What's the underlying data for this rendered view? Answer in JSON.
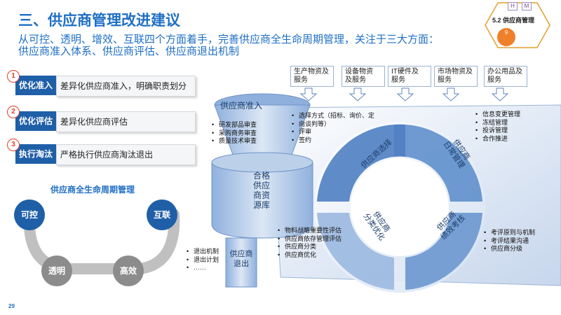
{
  "title": "三、供应商管理改进建议",
  "subtitle_lines": [
    "从可控、透明、增效、互联四个方面着手，完善供应商全生命周期管理，关注于三大方面：",
    "供应商准入体系、供应商评估、供应商退出机制"
  ],
  "corner": {
    "letters": [
      "H",
      "M"
    ],
    "label": "5.2 供应商管理",
    "circle_text": "9"
  },
  "recommendations": [
    {
      "num": "1",
      "tag": "优化准入",
      "text": "差异化供应商准入，明确职责划分"
    },
    {
      "num": "2",
      "tag": "优化评估",
      "text": "差异化供应商评估"
    },
    {
      "num": "3",
      "tag": "执行淘汰",
      "text": "严格执行供应商淘汰退出"
    }
  ],
  "lifecycle": {
    "title": "供应商全生命周期管理",
    "nodes": [
      "可控",
      "互联",
      "透明",
      "高效"
    ]
  },
  "categories": [
    [
      "生产物资及",
      "服务"
    ],
    [
      "设备物资",
      "及服务"
    ],
    [
      "IT硬件及",
      "服务"
    ],
    [
      "市场物资及",
      "服务"
    ],
    [
      "办公用品及",
      "服务"
    ]
  ],
  "funnel": {
    "top_label": "供应商准入",
    "top_bullets": [
      "研发部品审查",
      "采购商务审查",
      "质量技术审查"
    ],
    "pool_label": [
      "合格",
      "供应",
      "商资",
      "源库"
    ],
    "exit_label": [
      "供应商",
      "退出"
    ],
    "exit_bullets": [
      "退出机制",
      "退出计划",
      "……"
    ]
  },
  "cycle": {
    "segments": [
      {
        "name": "供应商选择",
        "lines": [
          "供应商选择"
        ]
      },
      {
        "name": "供应商日常管理",
        "lines": [
          "供应商",
          "日常管理"
        ]
      },
      {
        "name": "供应商绩效考核",
        "lines": [
          "供应商",
          "绩效考核"
        ]
      },
      {
        "name": "供应商分类优化",
        "lines": [
          "供应商",
          "分类优化"
        ]
      }
    ],
    "selection_bullets": [
      "选择方式（招标、询价、定",
      "向谈判等）",
      "评审",
      "签约"
    ],
    "daily_bullets": [
      "信息变更管理",
      "冻结管理",
      "投诉管理",
      "合作推进"
    ],
    "classify_bullets": [
      "物料战略重要性评估",
      "供应商依存管理评估",
      "供应商分类",
      "供应商优化"
    ],
    "perf_bullets": [
      "考评原则与机制",
      "考评结果沟通",
      "供应商分级"
    ]
  },
  "page_number": "29",
  "colors": {
    "primary": "#1f6fc5",
    "dark_blue": "#1f5fa8",
    "accent": "#e2402a",
    "orange": "#f07f2a",
    "grey": "#8c8c8c"
  }
}
